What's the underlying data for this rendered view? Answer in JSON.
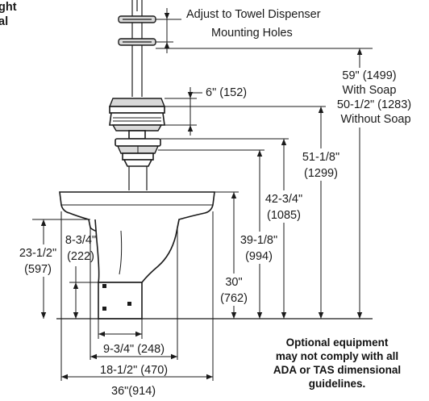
{
  "header": {
    "line1": "ght",
    "line2": "al"
  },
  "labels": {
    "towel": {
      "l1": "Adjust to Towel Dispenser",
      "l2": "Mounting Holes"
    },
    "six_in": "6\" (152)",
    "h59": {
      "l1": "59\" (1499)",
      "l2": "With Soap",
      "l3": "50-1/2\" (1283)",
      "l4": "Without Soap"
    },
    "h51": {
      "l1": "51-1/8\"",
      "l2": "(1299)"
    },
    "h42": {
      "l1": "42-3/4\"",
      "l2": "(1085)"
    },
    "h39": {
      "l1": "39-1/8\"",
      "l2": "(994)"
    },
    "h30": {
      "l1": "30\"",
      "l2": "(762)"
    },
    "h23": {
      "l1": "23-1/2\"",
      "l2": "(597)"
    },
    "h8": {
      "l1": "8-3/4\"",
      "l2": "(222)"
    },
    "w9": "9-3/4\" (248)",
    "w18": "18-1/2\" (470)",
    "w36": "36\"(914)"
  },
  "note": {
    "l1": "Optional equipment",
    "l2": "may not comply with all",
    "l3": "ADA or TAS dimensional",
    "l4": "guidelines."
  },
  "colors": {
    "line": "#1a1a1a",
    "shade": "#d9d9d9",
    "background": "#ffffff"
  }
}
